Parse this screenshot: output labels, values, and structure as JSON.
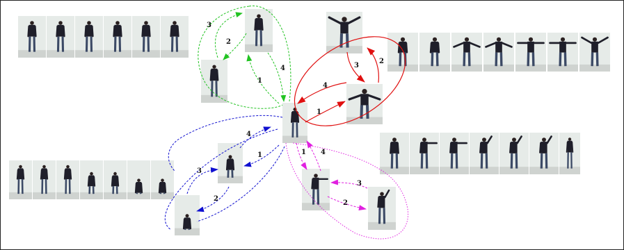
{
  "colors": {
    "top": "#22c322",
    "right": "#e01010",
    "left": "#1010d0",
    "lower_right": "#e020e0",
    "figure_body": "#1f1f2a",
    "figure_legs": "#3c4a66",
    "photo_bg": "#e6ebe8",
    "floor": "#cfd3d0"
  },
  "icons": {
    "frame": "person-photo-icon"
  },
  "arrow_labels": {
    "top": {
      "one": "1",
      "two": "2",
      "three": "3",
      "four": "4"
    },
    "right": {
      "one": "1",
      "two": "2",
      "three": "3",
      "four": "4"
    },
    "left": {
      "one": "1",
      "two": "2",
      "three": "3",
      "four": "4"
    },
    "lower_right": {
      "one": "1",
      "two": "2",
      "three": "3",
      "four": "4"
    }
  }
}
